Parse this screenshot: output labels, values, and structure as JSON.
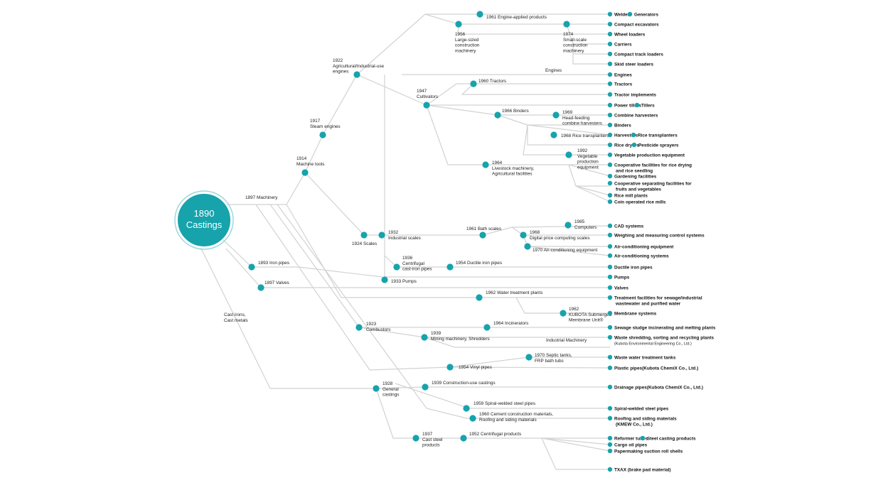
{
  "root": {
    "year": "1890",
    "label": "Castings"
  },
  "nodes": [
    {
      "id": "machinery",
      "lines": [
        "1897 Machinery"
      ]
    },
    {
      "id": "machine_tools",
      "lines": [
        "1914",
        "Machine tools"
      ]
    },
    {
      "id": "steam",
      "lines": [
        "1917",
        "Steam engines"
      ]
    },
    {
      "id": "agri_engines",
      "lines": [
        "1922",
        "Agricultural/Industrial-use",
        "engines"
      ]
    },
    {
      "id": "large_cm",
      "lines": [
        "1956",
        "Large-sized",
        "construction",
        "machinery"
      ]
    },
    {
      "id": "engine_applied",
      "lines": [
        "1961 Engine-applied products"
      ]
    },
    {
      "id": "small_cm",
      "lines": [
        "1974",
        "Small-scale",
        "construction",
        "machinery"
      ]
    },
    {
      "id": "engines_lbl",
      "lines": [
        "Engines"
      ]
    },
    {
      "id": "cultivators",
      "lines": [
        "1947",
        "Cultivators"
      ]
    },
    {
      "id": "tractors",
      "lines": [
        "1960 Tractors"
      ]
    },
    {
      "id": "binders",
      "lines": [
        "1966 Binders"
      ]
    },
    {
      "id": "head_feeding",
      "lines": [
        "1969",
        "Head-feeding",
        "combine harvesters"
      ]
    },
    {
      "id": "rice_tp",
      "lines": [
        "1968 Rice transplanters"
      ]
    },
    {
      "id": "veg_eq",
      "lines": [
        "1992",
        "Vegetable",
        "production",
        "equipment"
      ]
    },
    {
      "id": "livestock",
      "lines": [
        "1964",
        "Livestock machinery,",
        "Agricultural facilities"
      ]
    },
    {
      "id": "scales",
      "lines": [
        "1924 Scales"
      ]
    },
    {
      "id": "ind_scales",
      "lines": [
        "1932",
        "Industrial scales"
      ]
    },
    {
      "id": "bath_scales",
      "lines": [
        "1961 Bath scales"
      ]
    },
    {
      "id": "computers",
      "lines": [
        "1985",
        "Computers"
      ]
    },
    {
      "id": "digital_price",
      "lines": [
        "1968",
        "Digital price computing scales"
      ]
    },
    {
      "id": "aircon",
      "lines": [
        "1970 Air-conditioning equipment"
      ]
    },
    {
      "id": "centrifugal_cast",
      "lines": [
        "1936",
        "Centrifugal",
        "cast-iron pipes"
      ]
    },
    {
      "id": "ductile",
      "lines": [
        "1954 Ductile iron pipes"
      ]
    },
    {
      "id": "pumps",
      "lines": [
        "1933 Pumps"
      ]
    },
    {
      "id": "iron_pipes",
      "lines": [
        "1893 Iron pipes"
      ]
    },
    {
      "id": "valves",
      "lines": [
        "1897 Valves"
      ]
    },
    {
      "id": "water_treat",
      "lines": [
        "1962 Water treatment plants"
      ]
    },
    {
      "id": "kubota_membrane",
      "lines": [
        "1962",
        "KUBOTA Submerged",
        "Membrane Unit®"
      ]
    },
    {
      "id": "cast_irons",
      "lines": [
        "Cast irons,",
        "Cast metals"
      ]
    },
    {
      "id": "combustors",
      "lines": [
        "1923",
        "Combustors"
      ]
    },
    {
      "id": "incinerators",
      "lines": [
        "1964 Incinerators"
      ]
    },
    {
      "id": "mining",
      "lines": [
        "1939",
        "Mining machinery, Shredders"
      ]
    },
    {
      "id": "industrial_mach",
      "lines": [
        "Industrial Machinery"
      ]
    },
    {
      "id": "septic",
      "lines": [
        "1970 Septic tanks,",
        "FRP bath tubs"
      ]
    },
    {
      "id": "vinyl",
      "lines": [
        "1954 Vinyl pipes"
      ]
    },
    {
      "id": "general_cast",
      "lines": [
        "1928",
        "General",
        "castings"
      ]
    },
    {
      "id": "construction_cast",
      "lines": [
        "1939 Construction-use castings"
      ]
    },
    {
      "id": "spiral",
      "lines": [
        "1959 Spiral-welded steel pipes"
      ]
    },
    {
      "id": "cement",
      "lines": [
        "1960 Cement construction materials,",
        "Roofing and siding materials"
      ]
    },
    {
      "id": "cast_steel",
      "lines": [
        "1937",
        "Cast steel",
        "products"
      ]
    },
    {
      "id": "centrifugal_prod",
      "lines": [
        "1952 Centrifugal products"
      ]
    }
  ],
  "products": [
    [
      "Welders",
      "Generators"
    ],
    [
      "Compact excavators"
    ],
    [
      "Wheel loaders"
    ],
    [
      "Carriers"
    ],
    [
      "Compact track loaders"
    ],
    [
      "Skid steer loaders"
    ],
    [
      "Engines"
    ],
    [
      "Tractors"
    ],
    [
      "Tractor implements"
    ],
    [
      "Power tillers",
      "Tillers"
    ],
    [
      "Combine harvesters"
    ],
    [
      "Binders"
    ],
    [
      "Harvesters",
      "Rice transplanters"
    ],
    [
      "Rice dryers",
      "Pesticide sprayers"
    ],
    [
      "Vegetable production equipment"
    ],
    [
      "Cooperative facilities for rice drying",
      "and rice seedling"
    ],
    [
      "Gardening facilities"
    ],
    [
      "Cooperative separating facilities for",
      "fruits and vegetables"
    ],
    [
      "Rice mill plants"
    ],
    [
      "Coin operated rice mills"
    ],
    [
      "CAD systems"
    ],
    [
      "Weighing and measuring control systems"
    ],
    [
      "Air-conditioning equipment"
    ],
    [
      "Air-conditioning systems"
    ],
    [
      "Ductile iron pipes"
    ],
    [
      "Pumps"
    ],
    [
      "Valves"
    ],
    [
      "Treatment facilities for sewage/industrial",
      "wastewater and purified water"
    ],
    [
      "Membrane systems"
    ],
    [
      "Sewage sludge incinerating and melting plants"
    ],
    [
      "Waste shredding, sorting and recycling plants",
      "(Kubota Environmental Engineering Co., Ltd.)"
    ],
    [
      "Waste water treatment tanks"
    ],
    [
      "Plastic pipes(Kubota ChemiX Co., Ltd.)"
    ],
    [
      "Drainage pipes(Kubota ChemiX Co., Ltd.)"
    ],
    [
      "Spiral-welded steel pipes"
    ],
    [
      "Roofing and siding materials",
      "(KMEW Co., Ltd.)"
    ],
    [
      "Reformer tubes",
      "Steel casting products"
    ],
    [
      "Cargo oil pipes"
    ],
    [
      "Papermaking suction roll shells"
    ],
    [
      "TXAX (brake pad material)"
    ]
  ],
  "colors": {
    "accent": "#16a3ac",
    "line": "#d2d2d2"
  }
}
